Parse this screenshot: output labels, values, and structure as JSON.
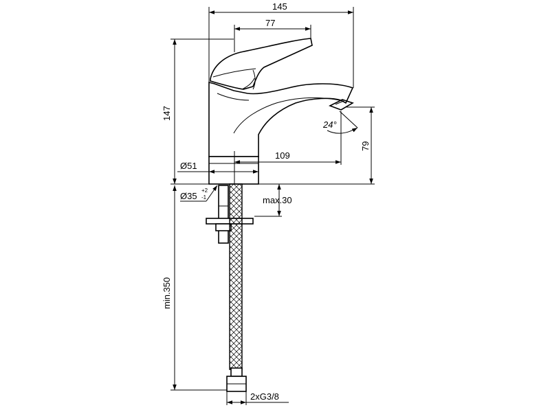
{
  "dimensions": {
    "overall_width": "145",
    "handle_width": "77",
    "height": "147",
    "spout_reach": "109",
    "spout_height": "79",
    "angle": "24°",
    "base_diameter": "Ø51",
    "hole_diameter": "Ø35",
    "hole_tol_plus": "+2",
    "hole_tol_minus": "-1",
    "max_thickness": "max.30",
    "hose_length": "min.350",
    "connection": "2xG3/8"
  },
  "colors": {
    "line": "#000000",
    "background": "#ffffff"
  }
}
